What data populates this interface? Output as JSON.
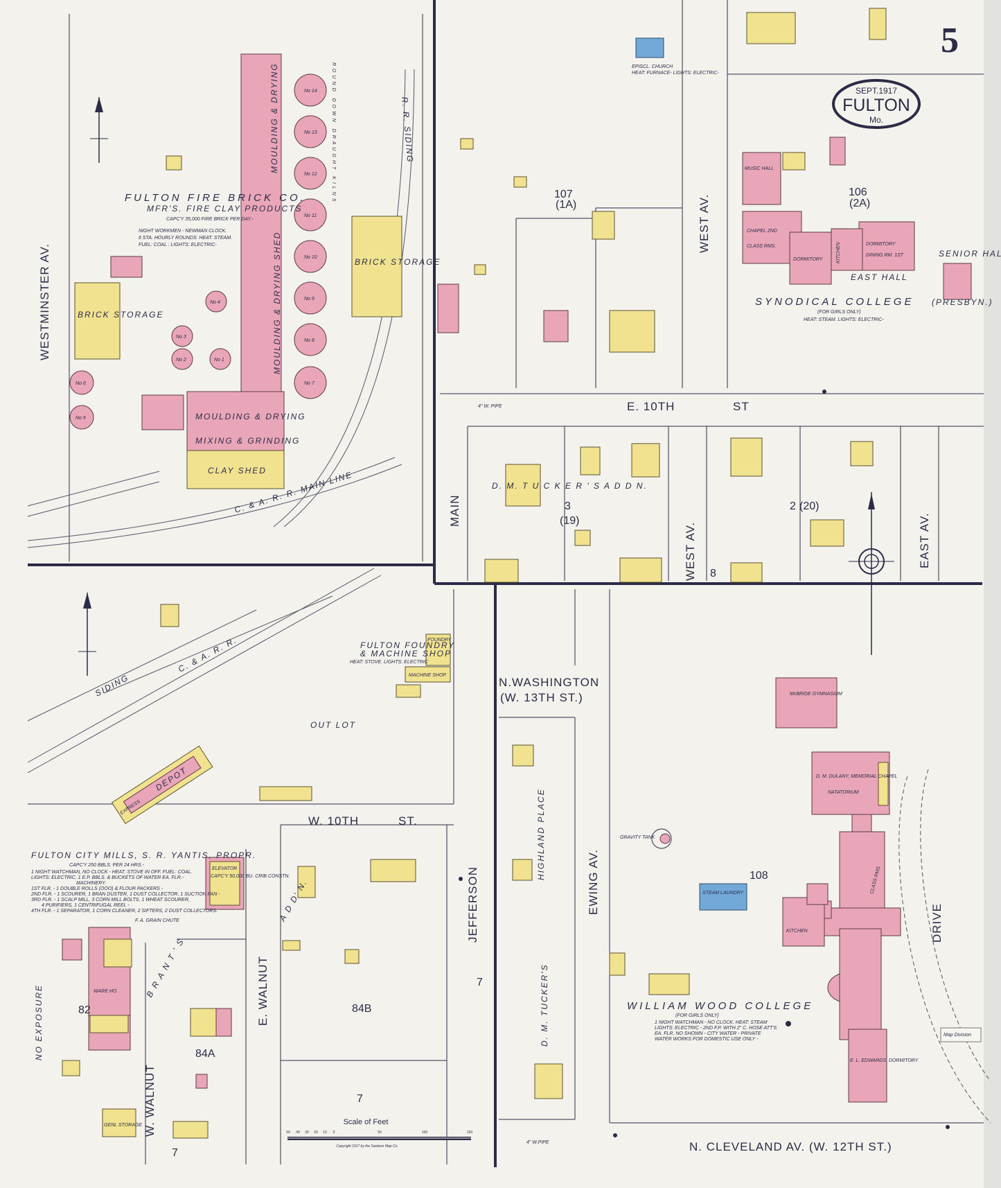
{
  "sheet": {
    "page_number": "5",
    "date": "SEPT.1917",
    "city": "FULTON",
    "state": "Mo.",
    "scale_title": "Scale of Feet",
    "scale_ticks": [
      "50",
      "40",
      "30",
      "20",
      "10",
      "0",
      "50",
      "100",
      "150"
    ],
    "copyright": "Copyright 1917 by the Sanborn Map Co."
  },
  "streets": {
    "westminster": "WESTMINSTER  AV.",
    "main": "MAIN",
    "e10th": "E. 10TH",
    "e10th_st": "ST",
    "west_av_top": "WEST   AV.",
    "west_av_bottom": "WEST   AV.",
    "east_av": "EAST  AV.",
    "w10th": "W. 10TH",
    "w10th_st": "ST.",
    "jefferson": "JEFFERSON",
    "ewing": "EWING   AV.",
    "e_walnut": "E. WALNUT",
    "w_walnut": "W. WALNUT",
    "n_washington": "N.WASHINGTON",
    "w13th": "(W. 13TH  ST.)",
    "highland": "HIGHLAND  PLACE",
    "tuckers_c": "D. M. TUCKER'S",
    "cleveland": "N. CLEVELAND    AV. (W. 12TH    ST.)",
    "drive": "DRIVE",
    "pipe_10th": "4\" W. PIPE",
    "pipe_cleveland": "4\" W.PIPE"
  },
  "labels": {
    "brick_co": "FULTON  FIRE  BRICK  CO.",
    "brick_co_sub": "MFR'S. FIRE CLAY PRODUCTS",
    "brick_cap": "CAPC'Y 35,000 FIRE BRICK PER DAY.-",
    "brick_notes": [
      "NIGHT WORKMEN - NEWMAN CLOCK.",
      "6 STA. HOURLY ROUNDS: HEAT: STEAM.",
      "FUEL: COAL : LIGHTS: ELECTRIC-"
    ],
    "moulding_drying": "MOULDING & DRYING",
    "moulding_drying_shed": "MOULDING & DRYING SHED",
    "mixing": "MIXING & GRINDING",
    "clay_shed": "CLAY SHED",
    "brick_storage": "BRICK STORAGE",
    "kilns": [
      "No 14",
      "No 13",
      "No 12",
      "No 11",
      "No 10",
      "No 9",
      "No 8",
      "No 7",
      "No 6",
      "No 5",
      "No 4",
      "No 3",
      "No 2",
      "No 1"
    ],
    "kilns_note": "ROUND DOWN DRAUGHT KILNS",
    "rr_main": "C. & A. R. R.   MAIN  LINE",
    "rr_siding": "R. R.   SIDING",
    "episcopal": "EPISCL. CHURCH",
    "episcopal_sub": "HEAT: FURNACE- LIGHTS: ELECTRIC-",
    "block_107": "107",
    "block_107_sub": "(1A)",
    "block_106": "106",
    "block_106_sub": "(2A)",
    "music_hall": "MUSIC HALL",
    "chapel": "CHAPEL 2ND",
    "class_rms": "CLASS RMS.",
    "dormitory1": "DORMITORY",
    "dormitory2": "DORMITORY",
    "dining": "DINING RM. 1ST",
    "kitchen": "KITCHEN",
    "east_hall": "EAST HALL",
    "senior_hall": "SENIOR HALL",
    "synodical": "SYNODICAL   COLLEGE",
    "presbyn": "(PRESBYN.)",
    "synodical_sub": "(FOR GIRLS ONLY)",
    "synodical_heat": "HEAT: STEAM. LIGHTS: ELECTRIC-",
    "tuckers_add": "D.  M.  T U C K E R ' S   A D D N.",
    "block_3": "3",
    "block_19": "(19)",
    "block_2": "2",
    "block_20": "(20)",
    "block_8": "8",
    "foundry": "FULTON FOUNDRY",
    "foundry2": "& MACHINE SHOP",
    "foundry_heat": "HEAT: STOVE. LIGHTS: ELECTRIC",
    "foundry_bldg": "FOUNDRY",
    "machine_shop": "MACHINE SHOP",
    "out_lot": "OUT    LOT",
    "depot": "DEPOT",
    "express": "EXPRESS",
    "rr_cabr": "C. & A. R. R.",
    "siding": "SIDING",
    "mills": "FULTON CITY MILLS, S. R. YANTIS, PROPR.",
    "mills_cap": "CAPC'Y 250 BBLS. PER 24 HRS.-",
    "mills_notes": [
      "1 NIGHT WATCHMAN, NO CLOCK - HEAT: STOVE IN OFF. FUEL: COAL.",
      "LIGHTS: ELECTRIC. 1 E.P. BBLS. & BUCKETS OF WATER EA. FLR.-",
      "MACHINERY.",
      "1ST FLR. - 1 DOUBLE ROLLS (OOO) & FLOUR PACKERS -",
      "2ND FLR. - 1 SCOURER, 1 BRAN DUSTER, 1 DUST COLLECTOR, 1 SUCTION FAN -",
      "3RD FLR. - 1 SCALP MILL, 3 CORN MILL BOLTS, 1 WHEAT SCOURER,",
      "4 PURIFIERS, 1 CENTRIFUGAL REEL -",
      "4TH FLR. - 1 SEPARATOR, 1 CORN CLEANER, 2 SIFTERS, 2 DUST COLLECTORS."
    ],
    "elevator": "ELEVATOR",
    "elevator_sub": "CAPC'Y 50,000 BU. CRIB CONSTN.",
    "grain_chute": "F. A. GRAIN CHUTE",
    "warehouse": "WARE HO.",
    "block_82": "82",
    "block_84a": "84A",
    "block_84b": "84B",
    "block_7a": "7",
    "block_7b": "7",
    "block_7c": "7",
    "addn_left": "B R A N T ' S",
    "addn_mid": "A D D' N.",
    "no_exposure": "NO  EXPOSURE",
    "genl_storage": "GENL STORAGE",
    "gymnasium": "McBRIDE GYMNASIUM",
    "dulany": "D. M. DULANY, MEMORIAL CHAPEL",
    "natatorium": "NATATORIUM",
    "class_rms_w": "CLASS RMS.",
    "steam_foundry": "STEAM LAUNDRY",
    "block_108": "108",
    "kitchen_w": "KITCHEN",
    "william_wood": "WILLIAM  WOOD  COLLEGE",
    "ww_sub": "(FOR GIRLS ONLY)",
    "ww_notes": [
      "1 NIGHT WATCHMAN - NO CLOCK. HEAT: STEAM",
      "LIGHTS: ELECTRIC - 2ND F.P. WITH 2\" C. HOSE ATT'S",
      "EA. FLR. NO SHOWN - CITY WATER - PRIVATE",
      "WATER WORKS FOR DOMESTIC USE ONLY -"
    ],
    "edwards": "E. L. EDWARDS, DORMITORY",
    "gravity": "GRAVITY TANK",
    "map_division": "Map Division"
  },
  "colors": {
    "brick": "#e9a6b8",
    "frame": "#f1e290",
    "stone": "#72a9d8",
    "ink": "#2b2b48",
    "paper": "#f3f2ec"
  },
  "icons": [
    "north-arrow-icon",
    "compass-rose-icon",
    "hydrant-icon"
  ]
}
